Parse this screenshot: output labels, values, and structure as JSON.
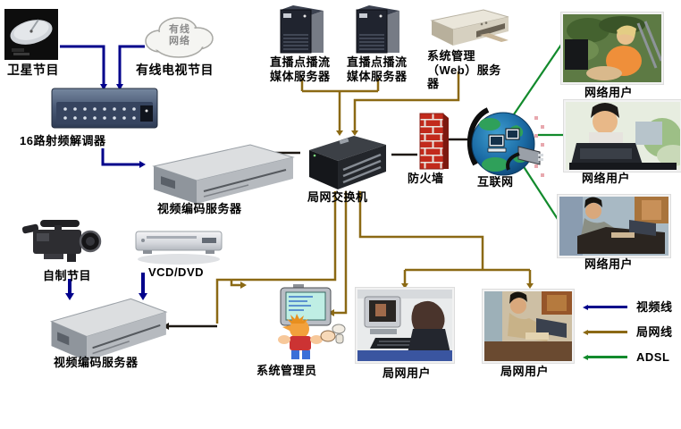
{
  "diagram": {
    "nodes": {
      "satellite": {
        "label": "卫星节目"
      },
      "cable_cloud": {
        "label": "有线\n网络"
      },
      "cable_tv": {
        "label": "有线电视节目"
      },
      "demodulator": {
        "label": "16路射频解调器"
      },
      "encode_server_top": {
        "label": "视频编码服务器"
      },
      "stream_server_1": {
        "label": "直播点播流\n媒体服务器"
      },
      "stream_server_2": {
        "label": "直播点播流\n媒体服务器"
      },
      "web_server": {
        "label": "系统管理\n（Web）服务\n器"
      },
      "lan_switch": {
        "label": "局网交换机"
      },
      "firewall": {
        "label": "防火墙"
      },
      "internet": {
        "label": "互联网"
      },
      "net_user_1": {
        "label": "网络用户"
      },
      "net_user_2": {
        "label": "网络用户"
      },
      "net_user_3": {
        "label": "网络用户"
      },
      "homemade": {
        "label": "自制节目"
      },
      "vcd_dvd": {
        "label": "VCD/DVD"
      },
      "encode_server_bottom": {
        "label": "视频编码服务器"
      },
      "admin": {
        "label": "系统管理员"
      },
      "lan_user_1": {
        "label": "局网用户"
      },
      "lan_user_2": {
        "label": "局网用户"
      }
    },
    "legend": {
      "items": [
        {
          "name": "video-line",
          "label": "视频线"
        },
        {
          "name": "lan-line",
          "label": "局网线"
        },
        {
          "name": "adsl-line",
          "label": "ADSL"
        }
      ]
    },
    "colors": {
      "video_line": "#00008B",
      "lan_line": "#8B6914",
      "adsl_line": "#128a2c",
      "dark_line": "#1d1812",
      "firewall_brick": "#c22a1c"
    }
  }
}
